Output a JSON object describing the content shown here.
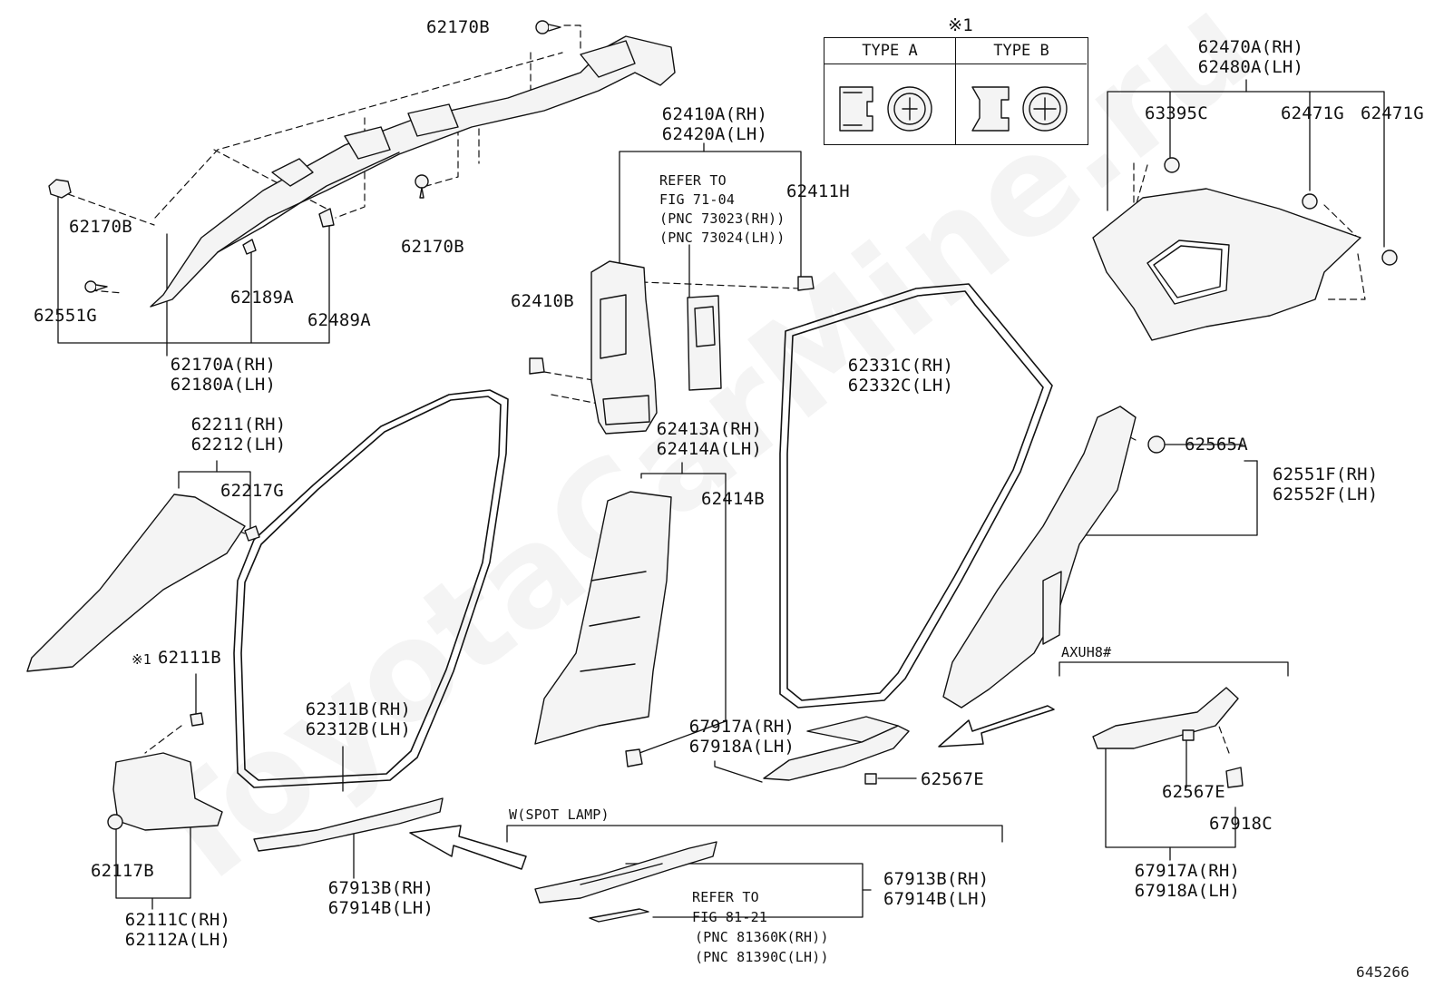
{
  "watermark": "ToyotaCarMine.ru",
  "figure_id": "645266",
  "legend": {
    "mark": "※1",
    "type_a": "TYPE A",
    "type_b": "TYPE B"
  },
  "labels": {
    "p62170B_top": "62170B",
    "p62170B_left": "62170B",
    "p62170B_mid": "62170B",
    "p62551G": "62551G",
    "p62189A": "62189A",
    "p62489A": "62489A",
    "p62170A": "62170A(RH)",
    "p62180A": "62180A(LH)",
    "p62410A": "62410A(RH)",
    "p62420A": "62420A(LH)",
    "refer1_l1": "REFER TO",
    "refer1_l2": "FIG 71-04",
    "refer1_l3": "(PNC 73023(RH))",
    "refer1_l4": "(PNC 73024(LH))",
    "p62411H": "62411H",
    "p62410B": "62410B",
    "p62413A": "62413A(RH)",
    "p62414A": "62414A(LH)",
    "p62414B": "62414B",
    "p62470A": "62470A(RH)",
    "p62480A": "62480A(LH)",
    "p63395C": "63395C",
    "p62471G_a": "62471G",
    "p62471G_b": "62471G",
    "p62331C": "62331C(RH)",
    "p62332C": "62332C(LH)",
    "p62565A": "62565A",
    "p62551F": "62551F(RH)",
    "p62552F": "62552F(LH)",
    "p62211": "62211(RH)",
    "p62212": "62212(LH)",
    "p62217G": "62217G",
    "p62111B_mark": "※1",
    "p62111B": "62111B",
    "p62311B": "62311B(RH)",
    "p62312B": "62312B(LH)",
    "p62117B": "62117B",
    "p62111C": "62111C(RH)",
    "p62112A": "62112A(LH)",
    "p67913B_a": "67913B(RH)",
    "p67914B_a": "67914B(LH)",
    "p67917A_a": "67917A(RH)",
    "p67918A_a": "67918A(LH)",
    "p62567E_a": "62567E",
    "spot_lamp": "W(SPOT LAMP)",
    "refer2_l1": "REFER TO",
    "refer2_l2": "FIG 81-21",
    "refer2_l3": "(PNC 81360K(RH))",
    "refer2_l4": "(PNC 81390C(LH))",
    "p67913B_b": "67913B(RH)",
    "p67914B_b": "67914B(LH)",
    "axuh8": "AXUH8#",
    "p62567E_b": "62567E",
    "p67918C": "67918C",
    "p67917A_b": "67917A(RH)",
    "p67918A_b": "67918A(LH)"
  }
}
